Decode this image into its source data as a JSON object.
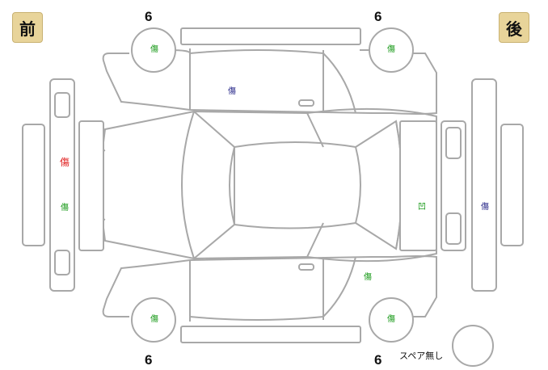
{
  "labels": {
    "front": "前",
    "rear": "後",
    "spare": "スペア無し"
  },
  "tread_depths": {
    "front_left": "6",
    "rear_left": "6",
    "front_right": "6",
    "rear_right": "6"
  },
  "damage_marks": [
    {
      "id": "front-left-tire",
      "text": "傷",
      "color": "#1a9a1a"
    },
    {
      "id": "rear-left-tire",
      "text": "傷",
      "color": "#1a9a1a"
    },
    {
      "id": "left-front-door",
      "text": "傷",
      "color": "#2a2a8a"
    },
    {
      "id": "front-bumper-upper",
      "text": "傷",
      "color": "#e02020"
    },
    {
      "id": "front-bumper-lower",
      "text": "傷",
      "color": "#1a9a1a"
    },
    {
      "id": "trunk-lid",
      "text": "凹",
      "color": "#1a9a1a"
    },
    {
      "id": "rear-bumper",
      "text": "傷",
      "color": "#2a2a8a"
    },
    {
      "id": "right-rear-door",
      "text": "傷",
      "color": "#1a9a1a"
    },
    {
      "id": "front-right-tire",
      "text": "傷",
      "color": "#1a9a1a"
    },
    {
      "id": "rear-right-tire",
      "text": "傷",
      "color": "#1a9a1a"
    }
  ],
  "colors": {
    "outline": "#a8a8a8",
    "badge_bg": "#e8d49a"
  }
}
